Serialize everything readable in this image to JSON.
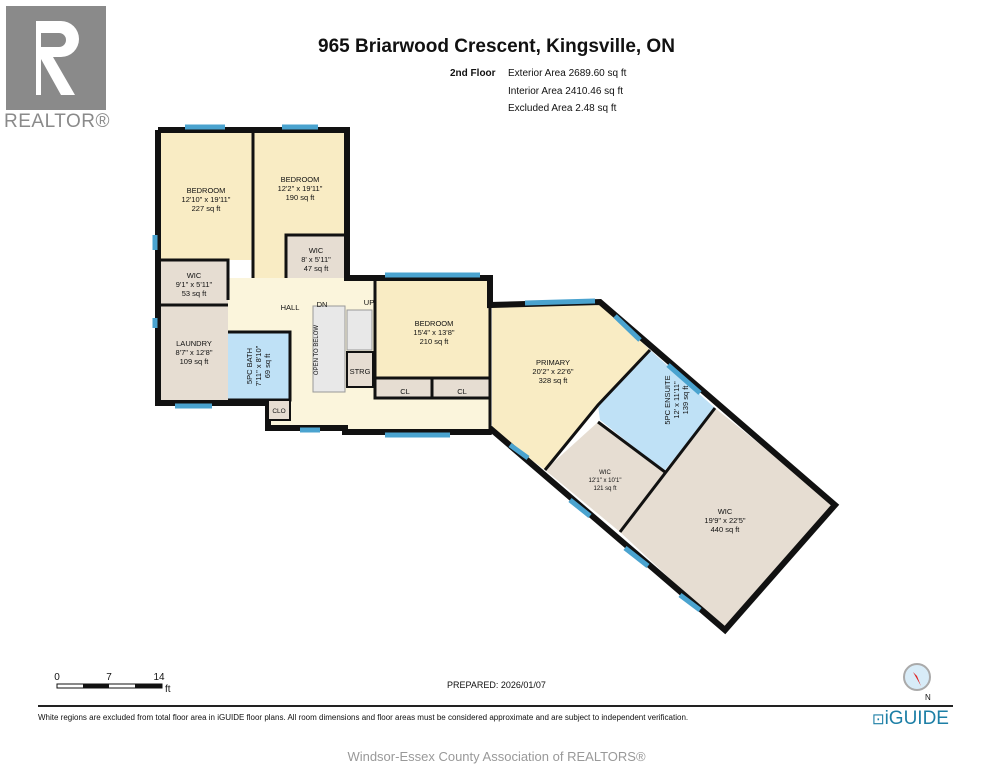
{
  "header": {
    "title": "965 Briarwood Crescent, Kingsville, ON",
    "floor": "2nd Floor",
    "exterior_area": "Exterior Area 2689.60 sq ft",
    "interior_area": "Interior Area 2410.46 sq ft",
    "excluded_area": "Excluded Area 2.48 sq ft"
  },
  "logo": {
    "realtor": "REALTOR®"
  },
  "rooms": {
    "bedroom1": {
      "name": "BEDROOM",
      "dims": "12'10\" x 19'11\"",
      "area": "227 sq ft"
    },
    "bedroom2": {
      "name": "BEDROOM",
      "dims": "12'2\" x 19'11\"",
      "area": "190 sq ft"
    },
    "wic_b2": {
      "name": "WIC",
      "dims": "8' x 5'11\"",
      "area": "47 sq ft"
    },
    "wic_b1": {
      "name": "WIC",
      "dims": "9'1\" x 5'11\"",
      "area": "53 sq ft"
    },
    "laundry": {
      "name": "LAUNDRY",
      "dims": "8'7\" x 12'8\"",
      "area": "109 sq ft"
    },
    "bath": {
      "name": "5PC BATH",
      "dims": "7'11\" x 8'10\"",
      "area": "69 sq ft"
    },
    "hall": {
      "name": "HALL"
    },
    "dn": "DN",
    "up": "UP",
    "open_below": "OPEN TO BELOW",
    "strg": "STRG",
    "clo": "CLO",
    "cl1": "CL",
    "cl2": "CL",
    "bedroom3": {
      "name": "BEDROOM",
      "dims": "15'4\" x 13'8\"",
      "area": "210 sq ft"
    },
    "primary": {
      "name": "PRIMARY",
      "dims": "20'2\" x 22'6\"",
      "area": "328 sq ft"
    },
    "ensuite": {
      "name": "5PC ENSUITE",
      "dims": "12' x 11'11\"",
      "area": "139 sq ft"
    },
    "wic_small": {
      "name": "WIC",
      "dims": "12'1\" x 10'1\"",
      "area": "121 sq ft"
    },
    "wic_large": {
      "name": "WIC",
      "dims": "19'9\" x 22'5\"",
      "area": "440 sq ft"
    }
  },
  "scale": {
    "t0": "0",
    "t1": "7",
    "t2": "14",
    "unit": "ft"
  },
  "compass": {
    "north": "N"
  },
  "footer": {
    "prepared": "PREPARED: 2026/01/07",
    "disclaimer": "White regions are excluded from total floor area in iGUIDE floor plans. All room dimensions and floor areas must be considered approximate and are subject to independent verification.",
    "brand": "iGUIDE",
    "watermark": "Windsor-Essex County Association of REALTORS®"
  },
  "colors": {
    "bedroom": "#f9ecc4",
    "closet": "#e6ddd2",
    "bath": "#bfe1f6",
    "hall": "#fbf5dc",
    "wall": "#111111",
    "window": "#4aa3cf"
  }
}
